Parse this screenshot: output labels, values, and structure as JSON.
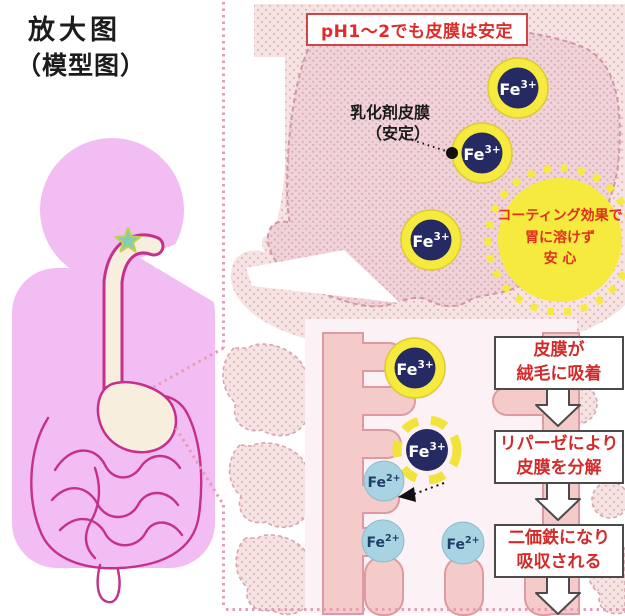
{
  "title": {
    "line1": "放大图",
    "line2": "（模型图）"
  },
  "magnified_view": {
    "banner": "pH1〜2でも皮膜は安定",
    "film_label_line1": "乳化剤皮膜",
    "film_label_line2": "（安定）",
    "badge_line1": "コーティング効果で",
    "badge_line2": "胃に溶けず",
    "badge_line3": "安 心"
  },
  "flow_steps": [
    {
      "line1": "皮膜が",
      "line2": "絨毛に吸着"
    },
    {
      "line1": "リパーゼにより",
      "line2": "皮膜を分解"
    },
    {
      "line1": "二価鉄になり",
      "line2": "吸収される"
    }
  ],
  "ions": {
    "symbol": "Fe",
    "ferric_charge": "3+",
    "ferrous_charge": "2+"
  },
  "icons": {
    "flow_arrow_down": "⇩",
    "swallow_star": "★",
    "leader_dot": "●"
  },
  "colors": {
    "banner_red": "#d04545",
    "step_text_red": "#d42a2a",
    "coating_yellow": "#f6ea3e",
    "ferric_navy": "#262a63",
    "ferrous_blue": "#a8d3e2",
    "body_pink": "#f2bdf2",
    "outline_magenta": "#c4308c",
    "dotted_border_pink": "#e59cb5",
    "villi_pink": "#f5cbc9"
  }
}
